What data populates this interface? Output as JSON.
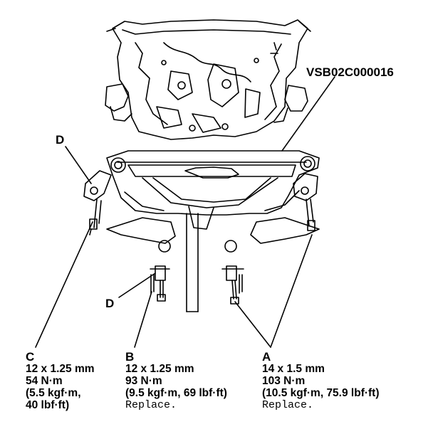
{
  "figure_code": "VSB02C000016",
  "callouts": {
    "d_upper": "D",
    "d_lower": "D"
  },
  "specs": {
    "c": {
      "letter": "C",
      "size": "12 x 1.25 mm",
      "torque": "54 N·m",
      "torque_alt_1": "(5.5 kgf·m,",
      "torque_alt_2": "40 lbf·ft)"
    },
    "b": {
      "letter": "B",
      "size": "12 x 1.25 mm",
      "torque": "93 N·m",
      "torque_alt": "(9.5 kgf·m, 69 lbf·ft)",
      "note": "Replace."
    },
    "a": {
      "letter": "A",
      "size": "14 x 1.5 mm",
      "torque": "103 N·m",
      "torque_alt": "(10.5 kgf·m, 75.9 lbf·ft)",
      "note": "Replace."
    }
  }
}
